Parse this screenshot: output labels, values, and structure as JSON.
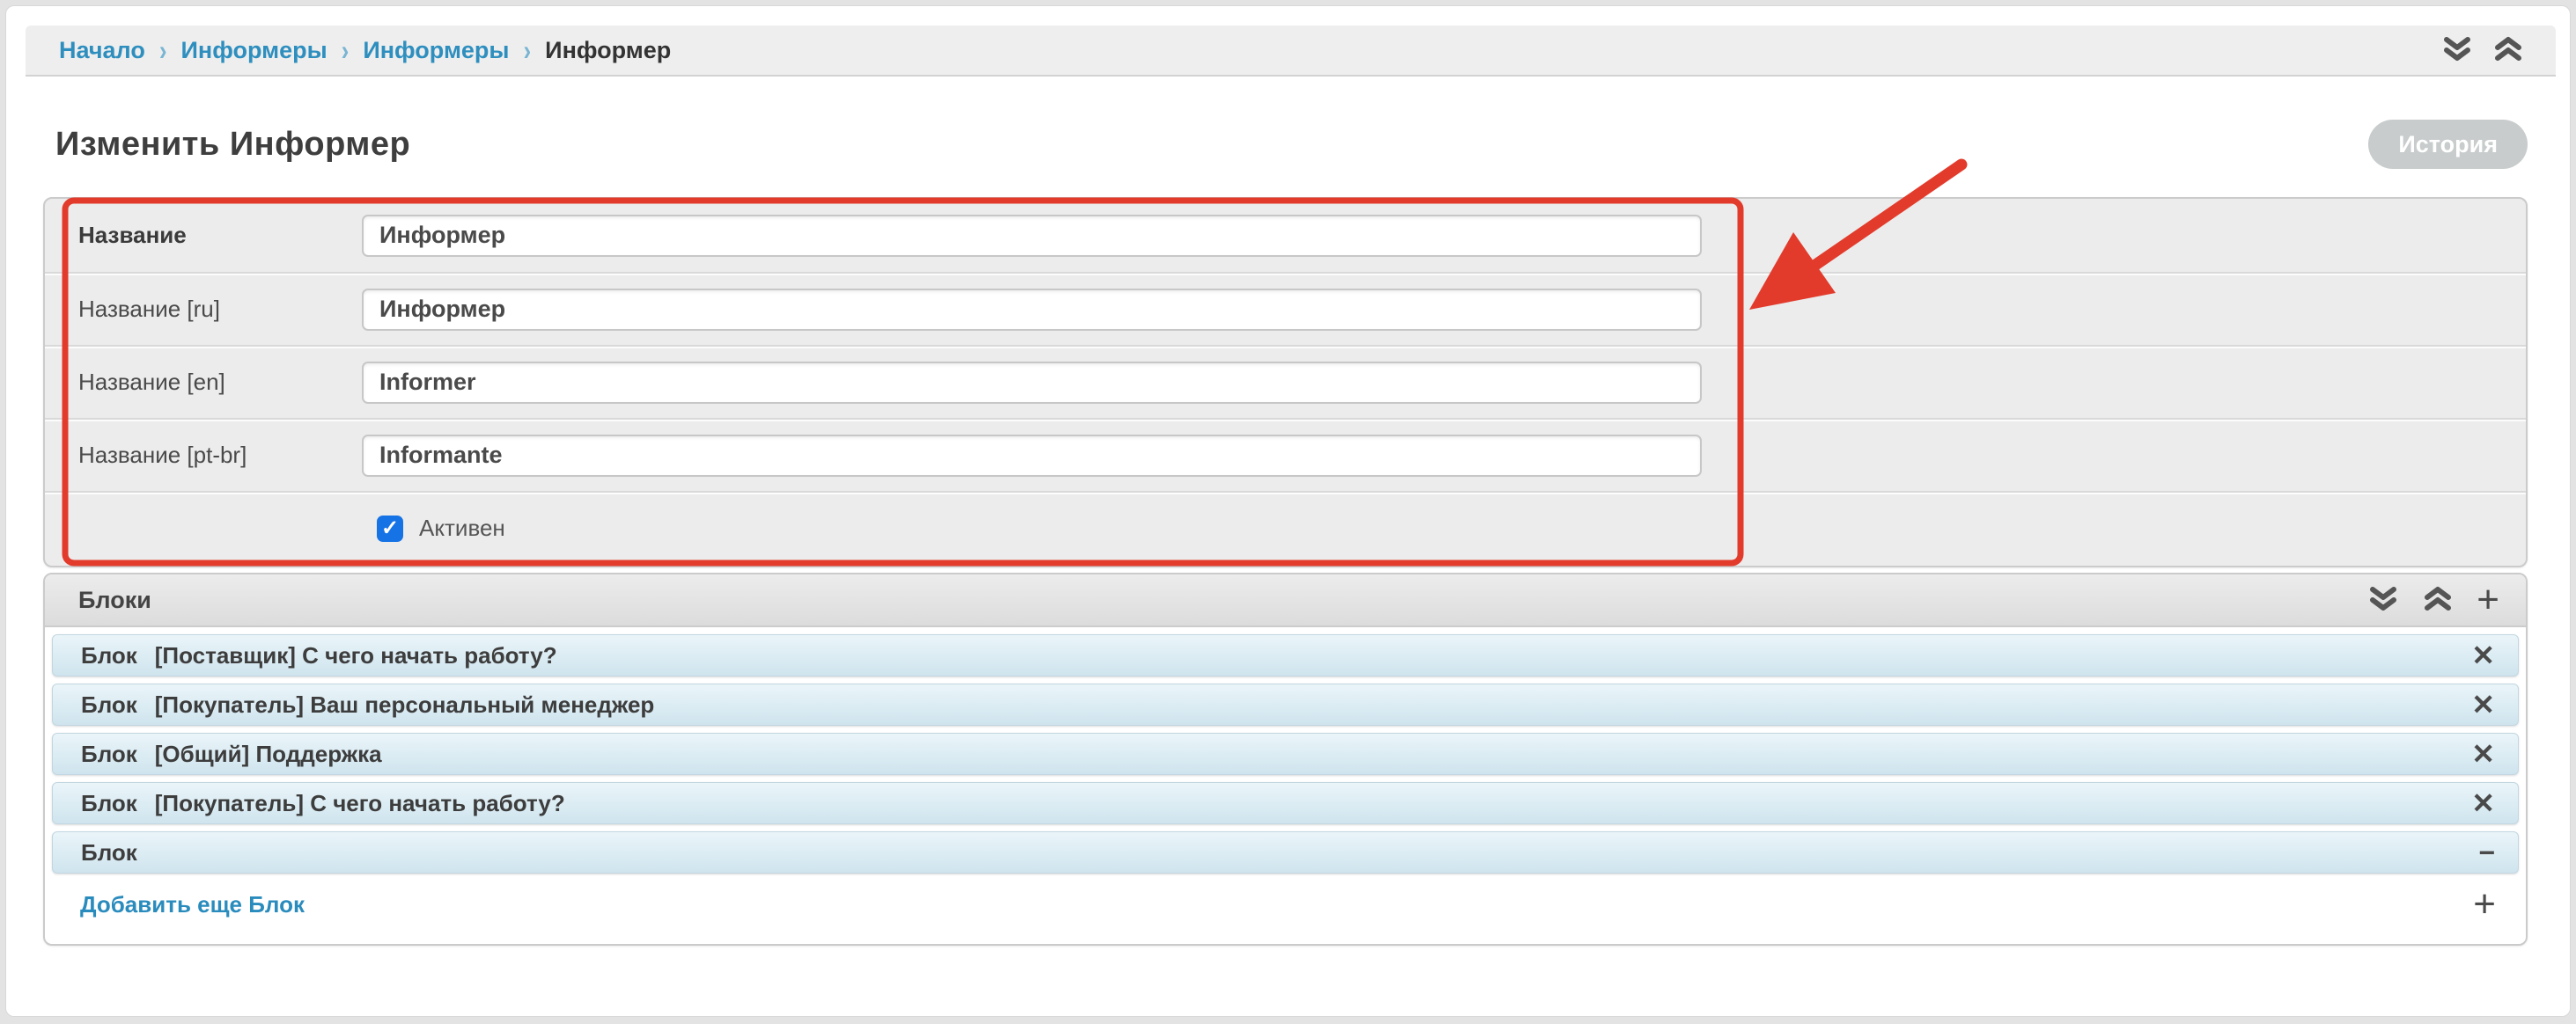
{
  "breadcrumb": {
    "separator": "›",
    "items": [
      {
        "label": "Начало",
        "current": false
      },
      {
        "label": "Информеры",
        "current": false
      },
      {
        "label": "Информеры",
        "current": false
      },
      {
        "label": "Информер",
        "current": true
      }
    ]
  },
  "header": {
    "title": "Изменить Информер",
    "history_button": "История"
  },
  "form": {
    "fields": [
      {
        "label": "Название",
        "value": "Информер",
        "required": true
      },
      {
        "label": "Название [ru]",
        "value": "Информер",
        "required": false
      },
      {
        "label": "Название [en]",
        "value": "Informer",
        "required": false
      },
      {
        "label": "Название [pt-br]",
        "value": "Informante",
        "required": false
      }
    ],
    "active_checkbox": {
      "label": "Активен",
      "checked": true,
      "check_glyph": "✓"
    }
  },
  "blocks": {
    "header": "Блоки",
    "add_icon": "+",
    "rows": [
      {
        "label": "Блок",
        "name": "[Поставщик] С чего начать работу?",
        "action_icon": "✕"
      },
      {
        "label": "Блок",
        "name": "[Покупатель] Ваш персональный менеджер",
        "action_icon": "✕"
      },
      {
        "label": "Блок",
        "name": "[Общий] Поддержка",
        "action_icon": "✕"
      },
      {
        "label": "Блок",
        "name": "[Покупатель] С чего начать работу?",
        "action_icon": "✕"
      },
      {
        "label": "Блок",
        "name": "",
        "action_icon": "−"
      }
    ],
    "add_link": "Добавить еще Блок"
  },
  "colors": {
    "annotation_red": "#e23b2c",
    "link_blue": "#2e8fbf",
    "checkbox_blue": "#1673e6",
    "block_row_top": "#eaf5f9",
    "block_row_bottom": "#cfe4ee"
  }
}
